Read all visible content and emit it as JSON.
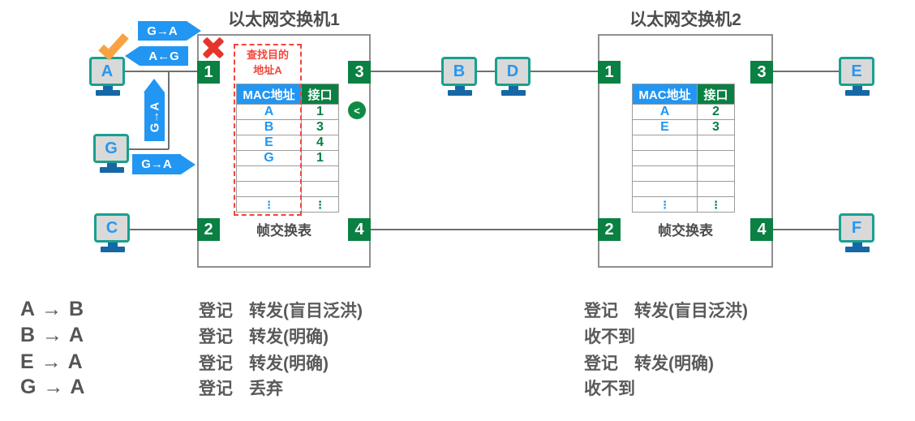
{
  "diagram": {
    "switch1": {
      "title": "以太网交换机1",
      "table_caption": "帧交换表",
      "lookup_line1": "查找目的",
      "lookup_line2": "地址A",
      "headers": {
        "mac": "MAC地址",
        "port": "接口"
      },
      "rows": [
        {
          "mac": "A",
          "port": "1"
        },
        {
          "mac": "B",
          "port": "3"
        },
        {
          "mac": "E",
          "port": "4"
        },
        {
          "mac": "G",
          "port": "1"
        },
        {
          "mac": "",
          "port": ""
        },
        {
          "mac": "",
          "port": ""
        },
        {
          "mac": "⋮",
          "port": "⋮"
        }
      ],
      "ports": {
        "p1": "1",
        "p2": "2",
        "p3": "3",
        "p4": "4"
      }
    },
    "switch2": {
      "title": "以太网交换机2",
      "table_caption": "帧交换表",
      "headers": {
        "mac": "MAC地址",
        "port": "接口"
      },
      "rows": [
        {
          "mac": "A",
          "port": "2"
        },
        {
          "mac": "E",
          "port": "3"
        },
        {
          "mac": "",
          "port": ""
        },
        {
          "mac": "",
          "port": ""
        },
        {
          "mac": "",
          "port": ""
        },
        {
          "mac": "",
          "port": ""
        },
        {
          "mac": "⋮",
          "port": "⋮"
        }
      ],
      "ports": {
        "p1": "1",
        "p2": "2",
        "p3": "3",
        "p4": "4"
      }
    },
    "hosts": {
      "a": "A",
      "b": "B",
      "c": "C",
      "d": "D",
      "e": "E",
      "f": "F",
      "g": "G"
    },
    "flow_labels": {
      "ga_top": "G→A",
      "ag_back": "A←G",
      "ga_vertical": "G→A",
      "ga_bottom": "G→A"
    },
    "icons": {
      "chevron_back": "<"
    }
  },
  "summary": {
    "flows": [
      "A → B",
      "B → A",
      "E → A",
      "G → A"
    ],
    "switch1_results": [
      {
        "a": "登记",
        "b": "转发(盲目泛洪)"
      },
      {
        "a": "登记",
        "b": "转发(明确)"
      },
      {
        "a": "登记",
        "b": "转发(明确)"
      },
      {
        "a": "登记",
        "b": "丢弃"
      }
    ],
    "switch2_results": [
      {
        "a": "登记",
        "b": "转发(盲目泛洪)"
      },
      {
        "a": "收不到",
        "b": ""
      },
      {
        "a": "登记",
        "b": "转发(明确)"
      },
      {
        "a": "收不到",
        "b": ""
      }
    ]
  },
  "colors": {
    "accent_blue": "#2196F3",
    "accent_green": "#0A8043",
    "alert_red": "#E6352B",
    "check_orange": "#F9A243"
  }
}
